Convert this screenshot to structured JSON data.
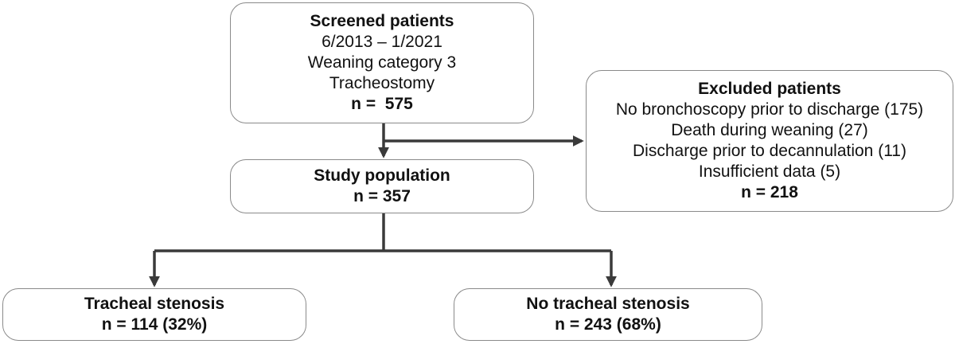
{
  "diagram": {
    "screened": {
      "title": "Screened patients",
      "lines": [
        "6/2013 – 1/2021",
        "Weaning category 3",
        "Tracheostomy"
      ],
      "count": "n =  575"
    },
    "excluded": {
      "title": "Excluded patients",
      "lines": [
        "No bronchoscopy prior to discharge (175)",
        "Death during weaning (27)",
        "Discharge prior to decannulation (11)",
        "Insufficient data (5)"
      ],
      "count": "n = 218"
    },
    "study": {
      "title": "Study population",
      "count": "n = 357"
    },
    "stenosis": {
      "title": "Tracheal stenosis",
      "count": "n = 114 (32%)"
    },
    "no_stenosis": {
      "title": "No tracheal stenosis",
      "count": "n = 243 (68%)"
    },
    "colors": {
      "border": "#8a8a8a",
      "arrow": "#3a3a3a",
      "text": "#111111"
    }
  }
}
